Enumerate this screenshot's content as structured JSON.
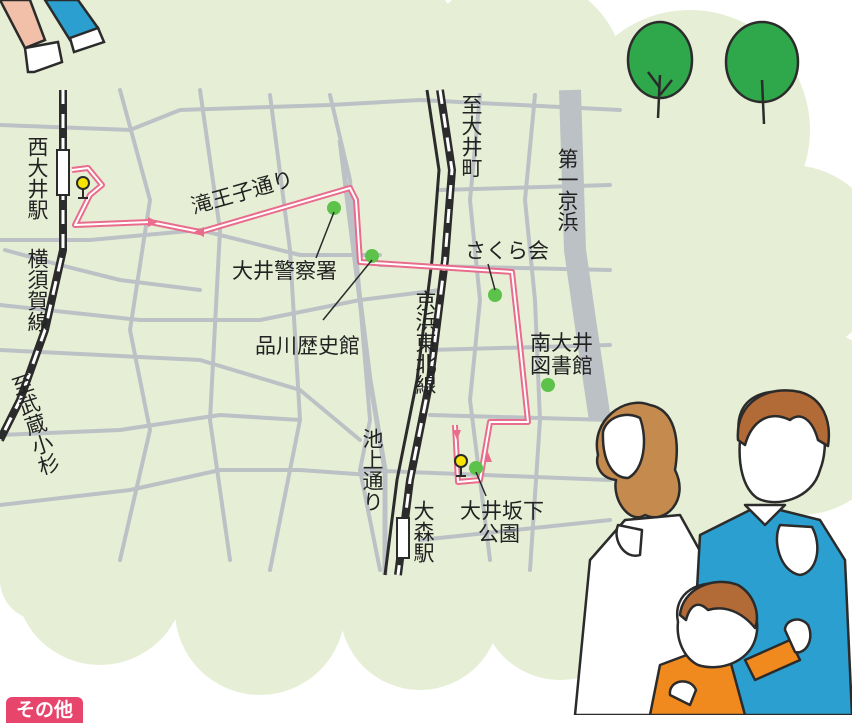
{
  "colors": {
    "cloud_bg": "#e6efd5",
    "road": "#bcc1c6",
    "rail_dark": "#2b2b2b",
    "route": "#e96c8c",
    "landmark_dot": "#5cc24a",
    "start_pin": "#f7e500",
    "tree_green": "#2ea84a",
    "tag_bg": "#e8456d"
  },
  "labels": {
    "nishi_oi_station": "西大井駅",
    "yokosuka_line": "横須賀線",
    "to_musashi_kosugi": "至武蔵小杉",
    "takiouji_dori": "滝王子通り",
    "oi_police": "大井警察署",
    "shinagawa_museum": "品川歴史館",
    "to_oimachi": "至大井町",
    "daiichi_keihin": "第一京浜",
    "sakura_kai": "さくら会",
    "keihin_tohoku": "京浜東北線",
    "minami_oi_library_1": "南大井",
    "minami_oi_library_2": "図書館",
    "ikegami_dori": "池上通り",
    "omori_station": "大森駅",
    "oisaka_park_1": "大井坂下",
    "oisaka_park_2": "公園"
  },
  "section_tag": "その他",
  "icons": [
    "start-pin-icon",
    "goal-pin-icon",
    "tree-icon",
    "walker-illustration",
    "family-illustration"
  ]
}
